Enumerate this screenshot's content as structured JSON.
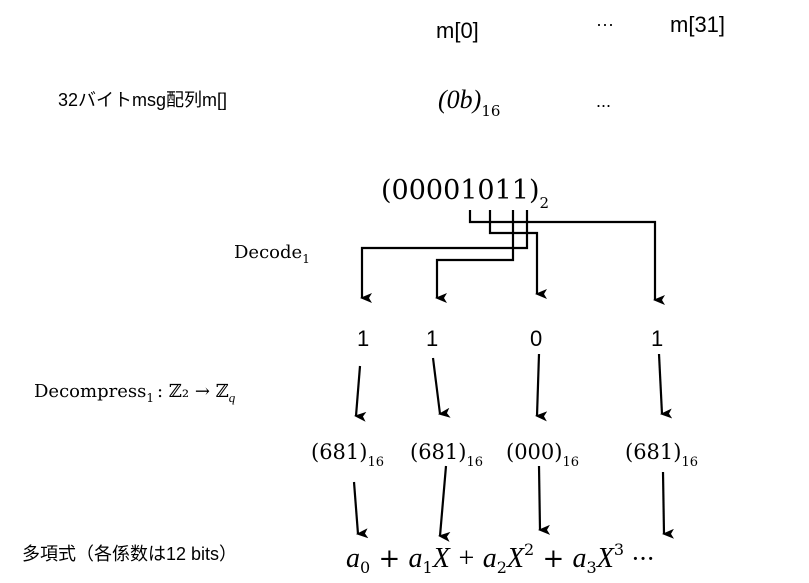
{
  "header": {
    "col0": "m[0]",
    "ellipsis": "···",
    "col31": "m[31]"
  },
  "msg_row": {
    "label": "32バイトmsg配列m[]",
    "value_base": "(0b)",
    "value_sub": "16",
    "ellipsis": "..."
  },
  "binary": {
    "value": "(00001011)",
    "sub": "2"
  },
  "decode": {
    "label": "Decode",
    "sub": "1"
  },
  "bits": [
    "1",
    "1",
    "0",
    "1"
  ],
  "decompress": {
    "label": "Decompress",
    "sub": "1",
    "mapping": ": ℤ₂ → ℤ",
    "q": "q"
  },
  "coeffs": [
    {
      "value": "(681)",
      "sub": "16"
    },
    {
      "value": "(681)",
      "sub": "16"
    },
    {
      "value": "(000)",
      "sub": "16"
    },
    {
      "value": "(681)",
      "sub": "16"
    }
  ],
  "polynomial": {
    "label": "多項式（各係数は12 bits）",
    "terms": [
      "a",
      "0",
      " + ",
      "a",
      "1",
      "X + ",
      "a",
      "2",
      "X",
      "2",
      " + ",
      "a",
      "3",
      "X",
      "3",
      " ···"
    ]
  }
}
